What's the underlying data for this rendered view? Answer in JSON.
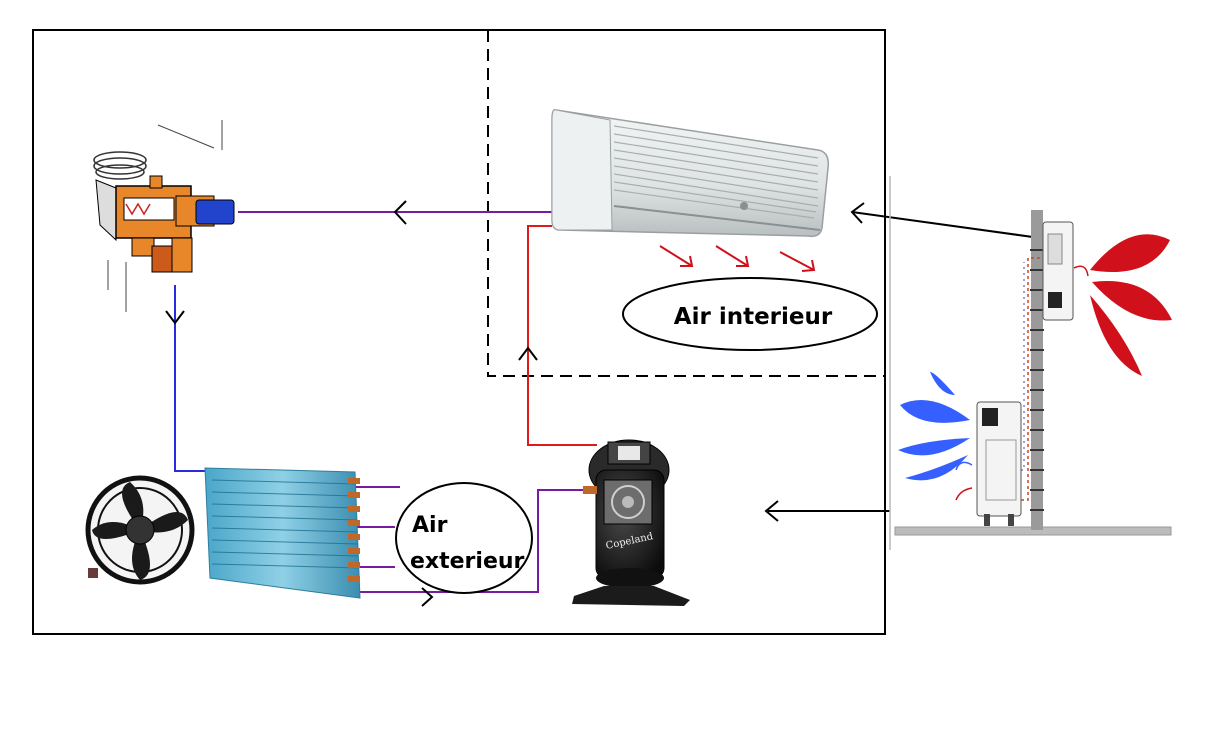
{
  "labels": {
    "air_interieur": "Air interieur",
    "air_exterieur_line1": "Air",
    "air_exterieur_line2": "exterieur"
  },
  "colors": {
    "liquid_line": "#7a1aa0",
    "suction_line": "#2a2adf",
    "discharge_line": "#e01a1a",
    "flow_arrow": "#000000",
    "cold_air": "#3560ff",
    "warm_air": "#d0101a",
    "frame": "#000000"
  },
  "icons": [
    "expansion-valve-icon",
    "indoor-split-unit-icon",
    "scroll-compressor-icon",
    "condenser-coil-icon",
    "condenser-fan-icon",
    "wall-mounted-split-system-icon"
  ]
}
